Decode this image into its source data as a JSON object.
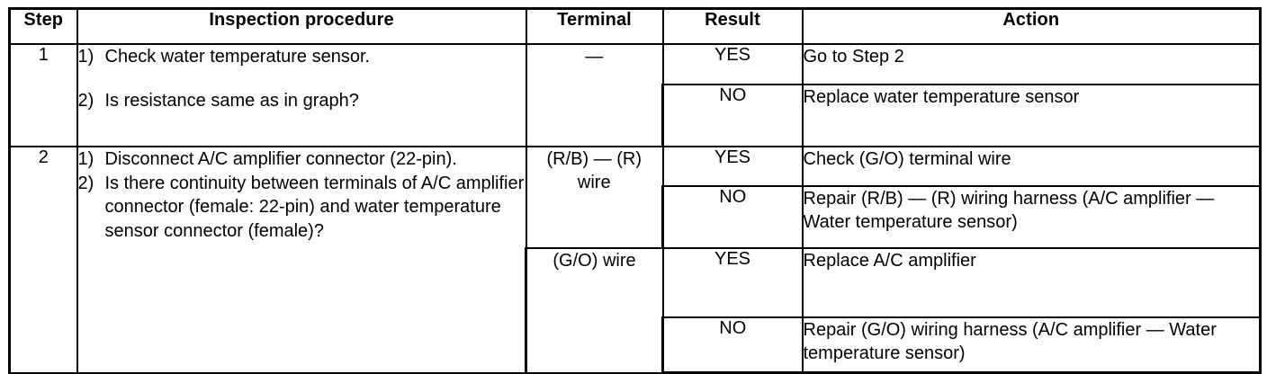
{
  "table": {
    "headers": {
      "step": "Step",
      "inspection": "Inspection procedure",
      "terminal": "Terminal",
      "result": "Result",
      "action": "Action"
    },
    "steps": [
      {
        "number": "1",
        "procedure_lines": [
          {
            "num": "1)",
            "text": "Check water temperature sensor."
          },
          {
            "num": "2)",
            "text": "Is resistance same as in graph?"
          }
        ],
        "terminal_groups": [
          {
            "terminal": "—",
            "results": [
              {
                "result": "YES",
                "action": "Go to Step 2"
              },
              {
                "result": "NO",
                "action": "Replace water temperature sensor"
              }
            ]
          }
        ]
      },
      {
        "number": "2",
        "procedure_lines": [
          {
            "num": "1)",
            "text": "Disconnect A/C amplifier connector (22-pin)."
          },
          {
            "num": "2)",
            "text": "Is there continuity between terminals of A/C amplifier connector (female: 22-pin) and water temperature sensor connector (female)?"
          }
        ],
        "terminal_groups": [
          {
            "terminal_line1": "(R/B) — (R)",
            "terminal_line2": "wire",
            "results": [
              {
                "result": "YES",
                "action": "Check (G/O) terminal wire"
              },
              {
                "result": "NO",
                "action": "Repair (R/B) — (R) wiring harness (A/C amplifier — Water temperature sensor)"
              }
            ]
          },
          {
            "terminal_line1": "(G/O) wire",
            "terminal_line2": "",
            "results": [
              {
                "result": "YES",
                "action": "Replace A/C amplifier"
              },
              {
                "result": "NO",
                "action": "Repair (G/O) wiring harness (A/C amplifier — Water temperature sensor)"
              }
            ]
          }
        ]
      }
    ]
  },
  "colors": {
    "background": "#ffffff",
    "text": "#000000",
    "border": "#000000"
  }
}
